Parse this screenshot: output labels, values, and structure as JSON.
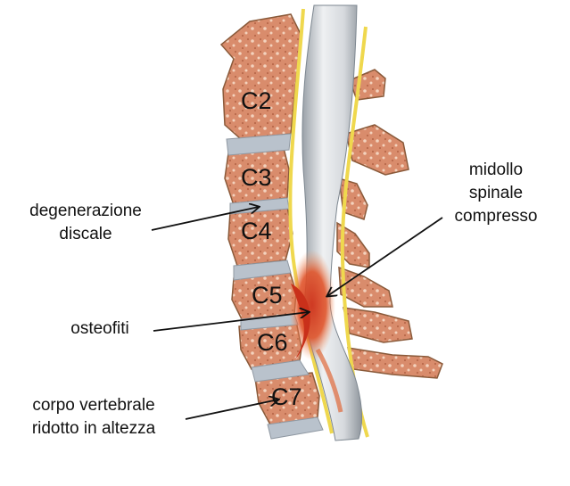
{
  "vertebrae": [
    {
      "label": "C2"
    },
    {
      "label": "C3"
    },
    {
      "label": "C4"
    },
    {
      "label": "C5"
    },
    {
      "label": "C6"
    },
    {
      "label": "C7"
    }
  ],
  "annotations": {
    "degenerazione": {
      "line1": "degenerazione",
      "line2": "discale"
    },
    "osteofiti": {
      "line1": "osteofiti"
    },
    "corpo": {
      "line1": "corpo vertebrale",
      "line2": "ridotto in altezza"
    },
    "midollo": {
      "line1": "midollo",
      "line2": "spinale",
      "line3": "compresso"
    }
  },
  "colors": {
    "bone": "#d9886a",
    "bone_outline": "#a35a3c",
    "disc": "#b9c2cc",
    "cord": "#cfd3d8",
    "nerve_yellow": "#f0dc50",
    "compression": "#d83a20"
  }
}
